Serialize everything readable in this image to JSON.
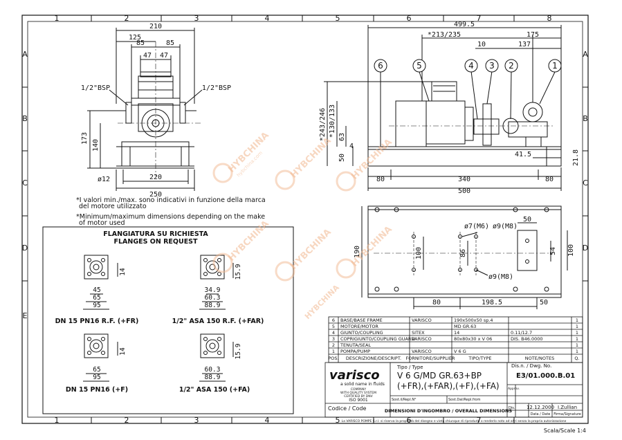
{
  "frame": {
    "columns": [
      "1",
      "2",
      "3",
      "4",
      "5",
      "6",
      "7",
      "8"
    ],
    "rows": [
      "A",
      "B",
      "C",
      "D",
      "E"
    ]
  },
  "side_view": {
    "dims_top": [
      "210",
      "125",
      "85",
      "85",
      "47",
      "47"
    ],
    "ports": [
      "1/2\"BSP",
      "1/2\"BSP"
    ],
    "dims_left": [
      "173",
      "140"
    ],
    "dims_bottom": [
      "220",
      "250"
    ],
    "hole": "ø12"
  },
  "notes": {
    "it_line1": "*I valori min./max. sono indicativi in funzione della marca",
    "it_line2": "del motore utilizzato",
    "en_line1": "*Minimum/maximum dimensions depending on the make",
    "en_line2": "of motor used"
  },
  "flanges": {
    "title_it": "FLANGIATURA SU RICHIESTA",
    "title_en": "FLANGES ON REQUEST",
    "f1": {
      "d1": "45",
      "d2": "65",
      "d3": "95",
      "h": "14",
      "label": "DN 15 PN16 R.F. (+FR)"
    },
    "f2": {
      "d1": "34.9",
      "d2": "60.3",
      "d3": "88.9",
      "h": "15.9",
      "label": "1/2\" ASA 150 R.F. (+FAR)"
    },
    "f3": {
      "d2": "65",
      "d3": "95",
      "h": "14",
      "label": "DN 15 PN16 (+F)"
    },
    "f4": {
      "d2": "60.3",
      "d3": "88.9",
      "h": "15.9",
      "label": "1/2\" ASA 150 (+FA)"
    }
  },
  "front_view": {
    "dims_top": [
      "499.5",
      "*213/235",
      "10",
      "175",
      "137"
    ],
    "balloons": [
      "6",
      "5",
      "4",
      "3",
      "2",
      "1"
    ],
    "dims_left": [
      "*243/246",
      "*130/133",
      "63",
      "50",
      "4"
    ],
    "dims_right": [
      "41.5",
      "21.8"
    ],
    "dims_bottom": [
      "80",
      "340",
      "80",
      "500"
    ]
  },
  "plan_view": {
    "holes_top": [
      "ø7(M6)",
      "ø9(M8)"
    ],
    "hole_bottom": "ø9(M8)",
    "dims": [
      "50",
      "190",
      "100",
      "86",
      "54",
      "100"
    ],
    "dims_bottom": [
      "80",
      "198.5",
      "50"
    ]
  },
  "bom": {
    "rows": [
      {
        "pos": "6",
        "desc": "BASE/BASE FRAME",
        "supp": "VARISCO",
        "type": "190x500x50 sp.4",
        "note": "",
        "q": "1"
      },
      {
        "pos": "5",
        "desc": "MOTORE/MOTOR",
        "supp": "",
        "type": "MD GR.63",
        "note": "",
        "q": "1"
      },
      {
        "pos": "4",
        "desc": "GIUNTO/COUPLING",
        "supp": "SITEX",
        "type": "14",
        "note": "0.11/12.7",
        "q": "1"
      },
      {
        "pos": "3",
        "desc": "COPRIGIUNTO/COUPLING GUARD",
        "supp": "VARISCO",
        "type": "80x80x30 x V 06",
        "note": "DIS. B46.0000",
        "q": "1"
      },
      {
        "pos": "2",
        "desc": "TENUTA/SEAL",
        "supp": "",
        "type": "",
        "note": "",
        "q": "1"
      },
      {
        "pos": "1",
        "desc": "POMPA/PUMP",
        "supp": "VARISCO",
        "type": "V 6 G",
        "note": "",
        "q": "1"
      }
    ],
    "header": {
      "pos": "POS.",
      "desc": "DESCRIZIONE/DESCRIPT.",
      "supp": "FORNITORE/SUPPLIER",
      "type": "TIPO/TYPE",
      "note": "NOTE/NOTES",
      "q": "Q."
    }
  },
  "title_block": {
    "logo": "varisco",
    "logo_sub": "a solid name in fluids",
    "cert1": "COMPANY",
    "cert2": "WITH QUALITY SYSTEM",
    "cert3": "CERTIFIED BY DNV",
    "cert4": "ISO 9001",
    "tipo_label": "Tipo / Type",
    "tipo_line1": "V 6 G/MD GR.63+BP",
    "tipo_line2": "(+FR),(+FAR),(+F),(+FA)",
    "dis_label": "Dis.n. / Dwg. No.",
    "dis_no": "E3/01.000.B.01",
    "approv": "Approv.",
    "sost1": "Sost.il/Repl.N°",
    "sost2": "Sost.Dal/Repl.from",
    "codice": "Codice / Code",
    "title": "DIMENSIONI D'INGOMBRO / OVERALL DIMENSIONS",
    "dis": "Dis.",
    "date": "12.12.2000",
    "sign": "I.Zullian",
    "date_label": "Data / Date",
    "sign_label": "Firma/Signature",
    "footer": "La VARISCO POMPE S.r.l. si riserva la proprietà del disegno e vieta chiunque di riprodurlo o renderlo noto ad altri senza la propria autorizzazione",
    "scale": "Scala/Scale 1:4"
  },
  "watermark": {
    "brand": "HYBCHINA",
    "url": "hybchina.com"
  }
}
